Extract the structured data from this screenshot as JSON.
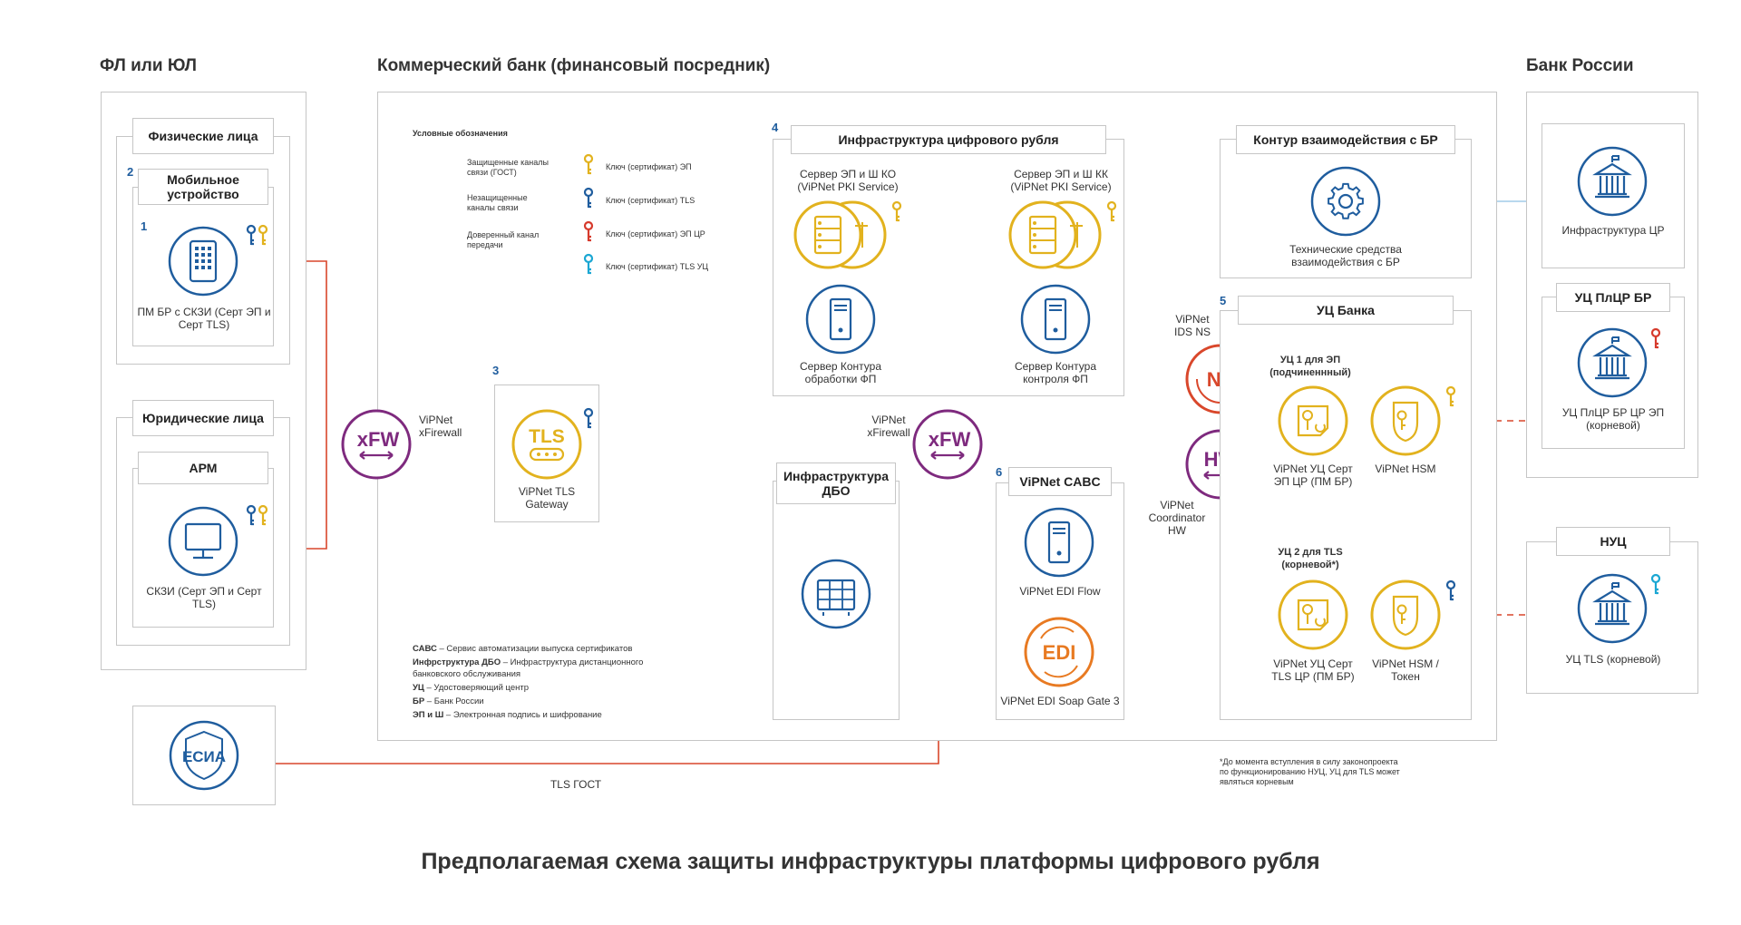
{
  "headers": {
    "left": "ФЛ или ЮЛ",
    "center": "Коммерческий банк (финансовый посредник)",
    "right": "Банк России"
  },
  "legend": {
    "title": "Условные обозначения",
    "protected": "Защищенные каналы связи (ГОСТ)",
    "unprotected": "Незащищенные каналы связи",
    "trusted": "Доверенный канал передачи",
    "key_ep": "Ключ (сертификат) ЭП",
    "key_tls": "Ключ (сертификат) TLS",
    "key_ep_cr": "Ключ (сертификат) ЭП ЦР",
    "key_tls_uc": "Ключ (сертификат) TLS УЦ"
  },
  "glossary": [
    {
      "term": "САВС",
      "text": " – Сервис автоматизации выпуска сертификатов"
    },
    {
      "term": "Инфрструктура ДБО",
      "text": " – Инфраструктура дистанционного банковского обслуживания"
    },
    {
      "term": "УЦ",
      "text": " – Удостоверяющий центр"
    },
    {
      "term": "БР",
      "text": " – Банк России"
    },
    {
      "term": "ЭП и Ш",
      "text": " – Электронная подпись и шифрование"
    }
  ],
  "left": {
    "phys_title": "Физические лица",
    "mobile_title": "Мобильное устройство",
    "num1": "1",
    "num2": "2",
    "pm_label": "ПМ БР с СКЗИ (Серт ЭП и Серт TLS)",
    "legal_title": "Юридические лица",
    "arm_title": "АРМ",
    "skzi_label": "СКЗИ (Серт ЭП и Серт TLS)",
    "esia": "ЕСИА",
    "tls_gost": "TLS ГОСТ"
  },
  "bank": {
    "fw1_label": "ViPNet xFirewall",
    "fw2_label": "ViPNet xFirewall",
    "fw_glyph": "xFW",
    "num3": "3",
    "tls_label": "ViPNet TLS Gateway",
    "tls_glyph": "TLS",
    "num4": "4",
    "infra_title": "Инфраструктура цифрового рубля",
    "srv_ko": "Сервер ЭП и Ш КО (ViPNet PKI Service)",
    "srv_kk": "Сервер ЭП и Ш КК (ViPNet PKI Service)",
    "srv_proc": "Сервер Контура обработки ФП",
    "srv_ctrl": "Сервер Контура контроля ФП",
    "dbo_title": "Инфраструктура ДБО",
    "num6": "6",
    "cabc_title": "ViPNet CABC",
    "edi_flow": "ViPNet EDI Flow",
    "edi_soap": "ViPNet EDI Soap Gate 3",
    "edi_glyph": "EDI",
    "kontur_title": "Контур взаимодействия с БР",
    "tech_label": "Технические средства взаимодействия с БР",
    "num5": "5",
    "ids_label": "ViPNet IDS NS",
    "ns_glyph": "NS",
    "hw_label": "ViPNet Coordinator HW",
    "hw_glyph": "HW",
    "uc_title": "УЦ Банка",
    "uc1_title": "УЦ 1 для ЭП (подчиненнный)",
    "uc1_left": "ViPNet УЦ Серт ЭП ЦР (ПМ БР)",
    "uc1_right": "ViPNet HSM",
    "uc2_title": "УЦ 2 для TLS (корневой*)",
    "uc2_left": "ViPNet УЦ Серт TLS ЦР (ПМ БР)",
    "uc2_right": "ViPNet HSM / Токен",
    "footnote": "*До момента вступления в силу законопроекта по функционированию НУЦ, УЦ для TLS может являться корневым"
  },
  "cbr": {
    "infra_cr": "Инфраструктура ЦР",
    "uc_plcr_title": "УЦ ПлЦР БР",
    "uc_plcr_label": "УЦ ПлЦР БР ЦР ЭП (корневой)",
    "nuc_title": "НУЦ",
    "uc_tls_label": "УЦ TLS (корневой)"
  },
  "title": "Предполагаемая схема защиты инфраструктуры платформы цифрового рубля",
  "colors": {
    "red": "#d9472b",
    "blue_line": "#8fc0e3",
    "navy": "#1f5d9e",
    "gold": "#e2b21e",
    "purple": "#7e2a7e",
    "orange": "#e87a22",
    "cyan": "#1ba7d3",
    "key_red": "#d63a2c"
  }
}
